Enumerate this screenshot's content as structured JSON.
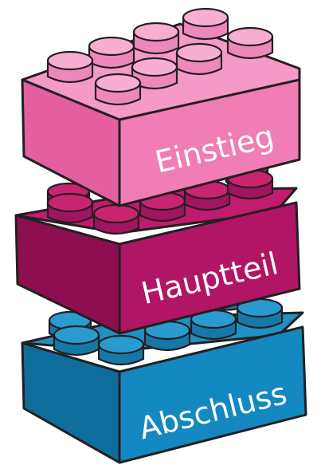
{
  "bricks": [
    {
      "label": "Abschluss",
      "top": "#1f8fc4",
      "front": "#1488c0",
      "side": "#0f6d9c",
      "stud": "#2a9bd0",
      "stud_dark": "#1678a8"
    },
    {
      "label": "Hauptteil",
      "top": "#c21a6e",
      "front": "#b11566",
      "side": "#8e0f51",
      "stud": "#c8246f",
      "stud_dark": "#a01460"
    },
    {
      "label": "Einstieg",
      "top": "#f59ac6",
      "front": "#f07db4",
      "side": "#e35fa0",
      "stud": "#f8aed0",
      "stud_dark": "#ee88bb"
    }
  ],
  "outline_color": "#231f20"
}
